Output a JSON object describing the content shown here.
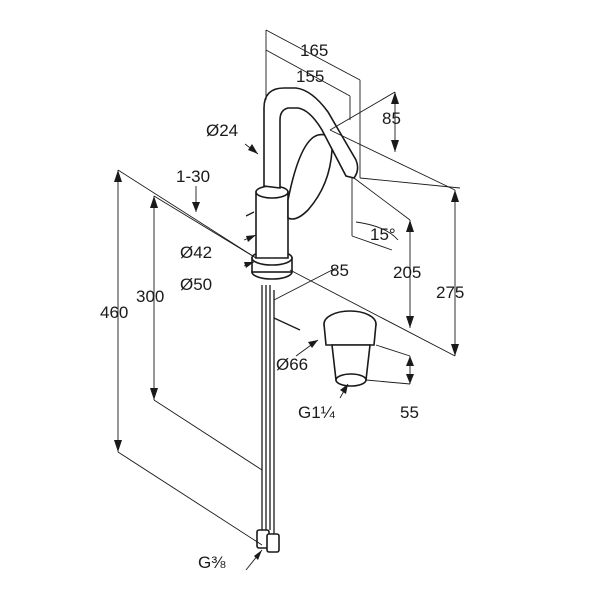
{
  "dimensions": {
    "width_165": "165",
    "width_155": "155",
    "height_85_top": "85",
    "diameter_24": "Ø24",
    "range_1_30": "1-30",
    "diameter_42": "Ø42",
    "diameter_50": "Ø50",
    "angle_15": "15°",
    "height_205": "205",
    "height_275": "275",
    "depth_85": "85",
    "height_300": "300",
    "height_460": "460",
    "diameter_66": "Ø66",
    "thread_g114": "G1¼",
    "height_55": "55",
    "thread_g38": "G⅜"
  }
}
